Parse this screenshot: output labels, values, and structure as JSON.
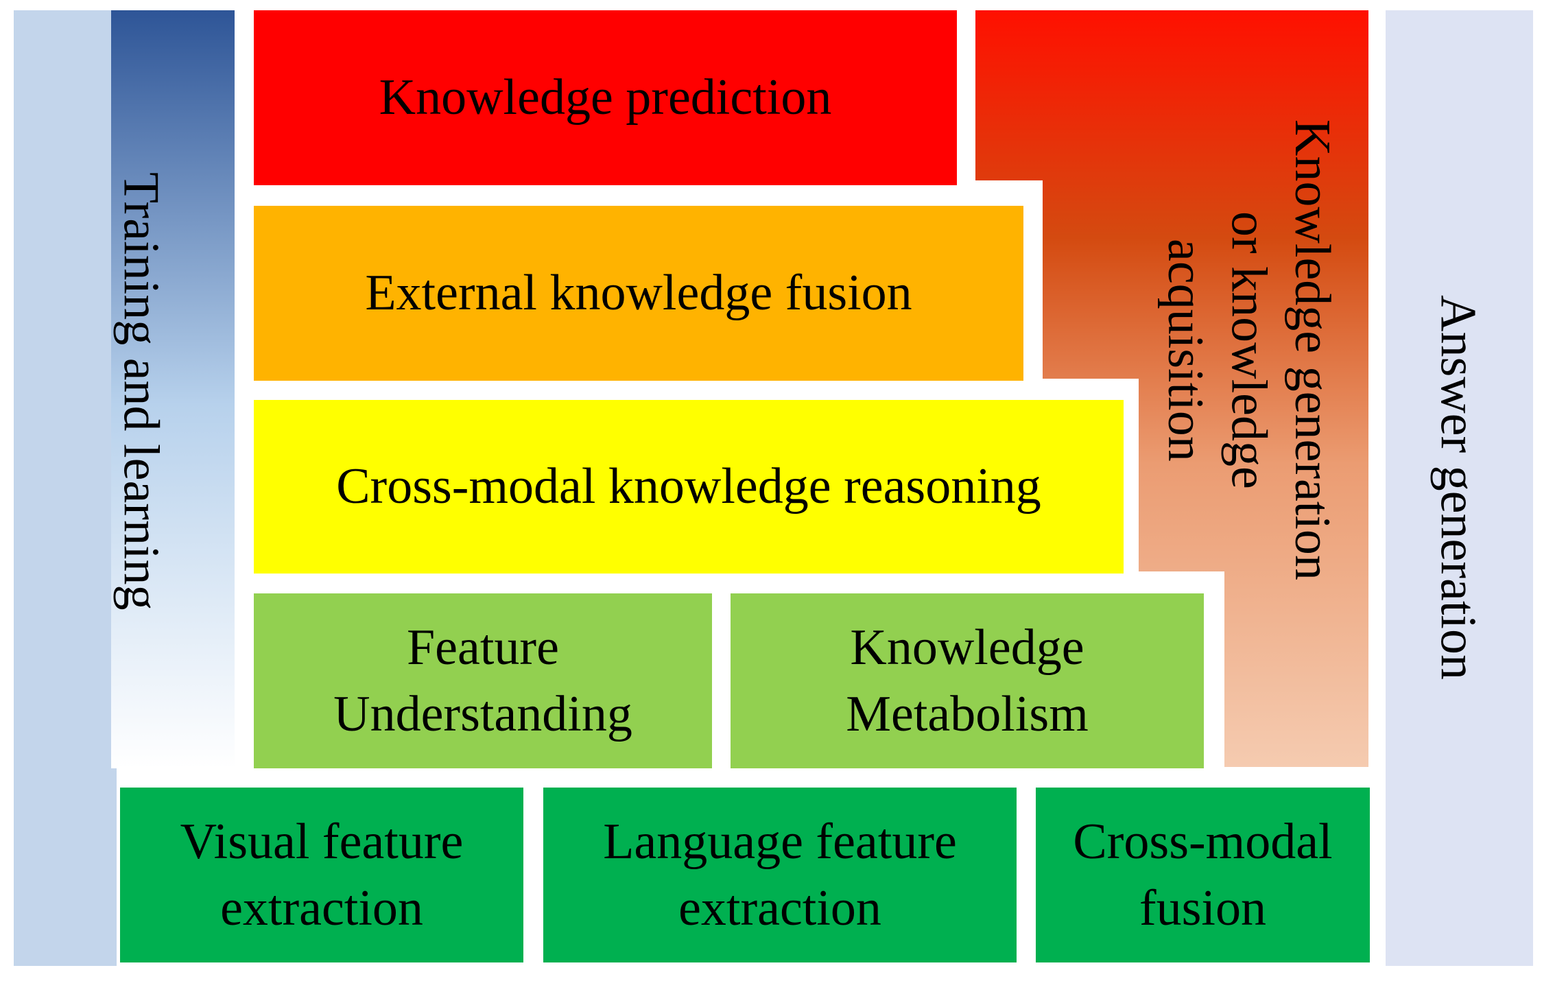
{
  "colors": {
    "outer_left": "#c3d5eb",
    "training_top": "#2e5597",
    "training_bottom": "#ffffff",
    "knowledge_prediction": "#ff0000",
    "external_fusion": "#ffb300",
    "cross_modal_reasoning": "#ffff00",
    "feature_layer": "#92d050",
    "extraction_layer": "#00b050",
    "kg_top": "#ff2000",
    "kg_mid": "#d9531a",
    "kg_bottom": "#f4c6a8",
    "answer_generation": "#dde3f3"
  },
  "diagram": {
    "training_learning": "Training and learning",
    "knowledge_prediction": "Knowledge prediction",
    "external_knowledge_fusion": "External knowledge fusion",
    "cross_modal_reasoning": "Cross-modal knowledge reasoning",
    "feature_understanding": "Feature\nUnderstanding",
    "knowledge_metabolism": "Knowledge\nMetabolism",
    "visual_feature_extraction": "Visual feature\nextraction",
    "language_feature_extraction": "Language feature\nextraction",
    "cross_modal_fusion": "Cross-modal\nfusion",
    "knowledge_generation": "Knowledge generation\nor knowledge\nacquisition",
    "answer_generation": "Answer generation"
  }
}
